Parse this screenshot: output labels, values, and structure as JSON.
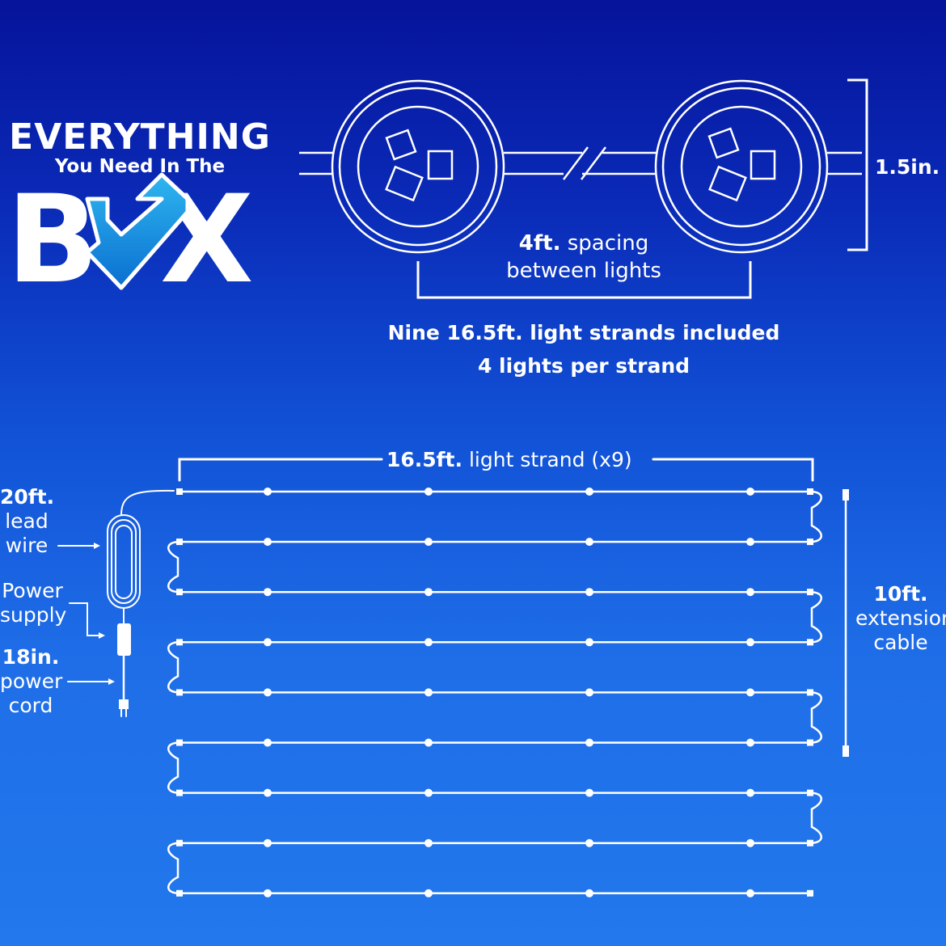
{
  "logo": {
    "line1": "EVERYTHING",
    "line2": "You Need In The",
    "word_left": "B",
    "word_right": "X"
  },
  "top_diagram": {
    "diameter_label": "1.5in.",
    "spacing_strong": "4ft.",
    "spacing_rest": " spacing",
    "spacing_line2": "between lights",
    "summary_line1": "Nine 16.5ft. light strands included",
    "summary_line2": "4 lights per strand"
  },
  "bottom_diagram": {
    "strand_strong": "16.5ft.",
    "strand_rest": " light strand (x9)",
    "lead_strong": "20ft.",
    "lead_line2": "lead",
    "lead_line3": "wire",
    "power_line1": "Power",
    "power_line2": "supply",
    "cord_strong": "18in.",
    "cord_line2": "power",
    "cord_line3": "cord",
    "ext_strong": "10ft.",
    "ext_line2": "extension",
    "ext_line3": "cable",
    "strand_count": 9,
    "lights_per_strand": 4
  },
  "colors": {
    "line": "#ffffff",
    "logo_accent": "#1aa3e8",
    "bg_top": "#06139a",
    "bg_bottom": "#2278ec"
  }
}
